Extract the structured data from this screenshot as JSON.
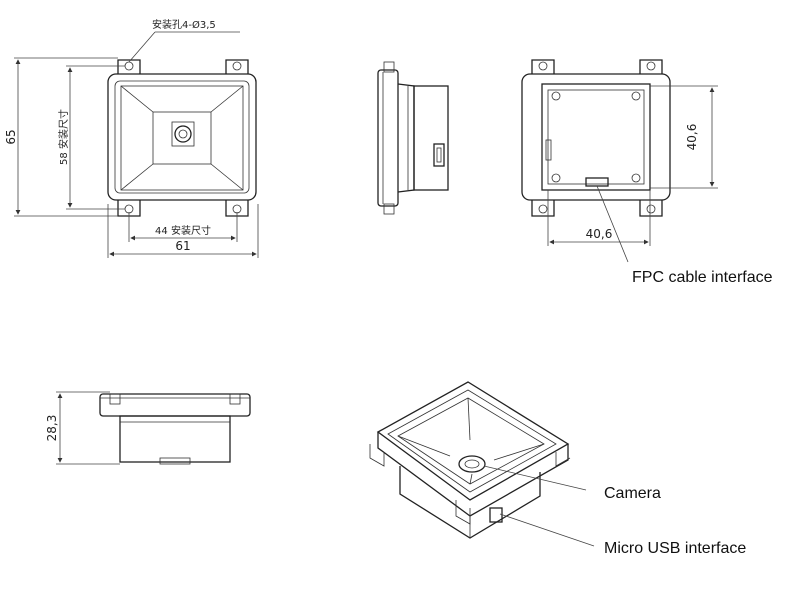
{
  "front_view": {
    "mount_hole_note": "安装孔4-Ø3,5",
    "height_overall": "65",
    "height_mount": "58 安装尺寸",
    "width_mount": "44 安装尺寸",
    "width_overall": "61"
  },
  "back_view": {
    "height_label": "40,6",
    "width_label": "40,6"
  },
  "bottom_view": {
    "height_label": "28,3"
  },
  "callouts": {
    "fpc": "FPC cable interface",
    "camera": "Camera",
    "usb": "Micro USB interface"
  }
}
